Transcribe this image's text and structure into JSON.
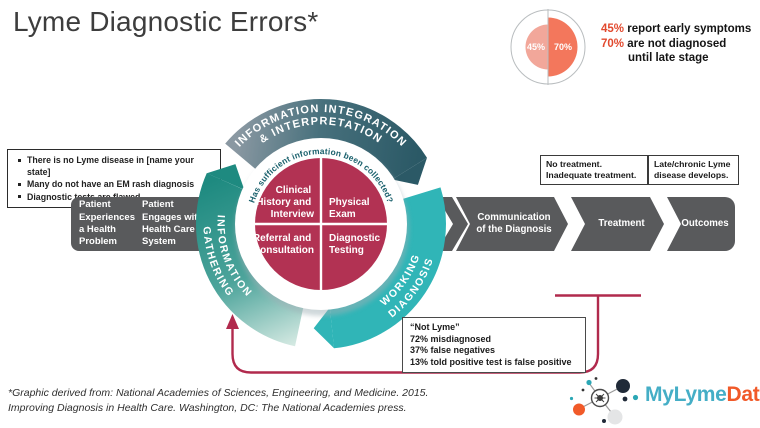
{
  "title": "Lyme Diagnostic Errors*",
  "colors": {
    "teal_dark": "#2b5966",
    "turquoise": "#30b5b7",
    "teal_gathering": "#1e8a80",
    "maroon": "#b23253",
    "step_gray": "#595a5c",
    "loop_red": "#b12a4d",
    "salmon_light": "#f2a79a",
    "salmon": "#f3775c",
    "stat_accent": "#e2492e",
    "logo_teal": "#45aec6",
    "logo_orange": "#f15a29"
  },
  "stats": {
    "pct_left": "45%",
    "pct_right": "70%",
    "line1_pct": "45%",
    "line1_text": " report early symptoms",
    "line2_pct": "70%",
    "line2_text": " are not diagnosed",
    "line3_text": "until late stage"
  },
  "assumptions": {
    "items": [
      "There is no Lyme disease in [name your state]",
      "Many do not have an EM rash diagnosis",
      "Diagnostic tests are flawed"
    ]
  },
  "pre_steps": {
    "step1": {
      "l1": "Patient",
      "l2": "Experiences",
      "l3": "a Health",
      "l4": "Problem"
    },
    "step2": {
      "l1": "Patient",
      "l2": "Engages with",
      "l3": "Health Care",
      "l4": "System"
    }
  },
  "cycle": {
    "top1": "INFORMATION INTEGRATION",
    "top2": "& INTERPRETATION",
    "left1": "INFORMATION",
    "left2": "GATHERING",
    "right1": "WORKING",
    "right2": "DIAGNOSIS",
    "question": "Has sufficient information been collected?",
    "quad_tl": [
      "Clinical",
      "History and",
      "Interview"
    ],
    "quad_tr": [
      "Physical",
      "Exam"
    ],
    "quad_bl": [
      "Referral and",
      "Consultation"
    ],
    "quad_br": [
      "Diagnostic",
      "Testing"
    ]
  },
  "post_steps": {
    "communication": {
      "l1": "Communication",
      "l2": "of the Diagnosis"
    },
    "treatment": "Treatment",
    "outcomes": "Outcomes"
  },
  "callouts": {
    "treatment": [
      "No treatment.",
      "Inadequate treatment."
    ],
    "outcomes": [
      "Late/chronic Lyme",
      "disease develops."
    ]
  },
  "not_lyme": {
    "lines": [
      "“Not Lyme”",
      "72% misdiagnosed",
      "37% false negatives",
      "13% told positive test is false positive"
    ]
  },
  "footnote": {
    "line1": "*Graphic derived from: National Academies of Sciences, Engineering, and Medicine. 2015.",
    "line2": "Improving Diagnosis in Health Care. Washington, DC: The National Academies press."
  },
  "logo": {
    "name1": "MyLyme",
    "name2": "Data"
  }
}
